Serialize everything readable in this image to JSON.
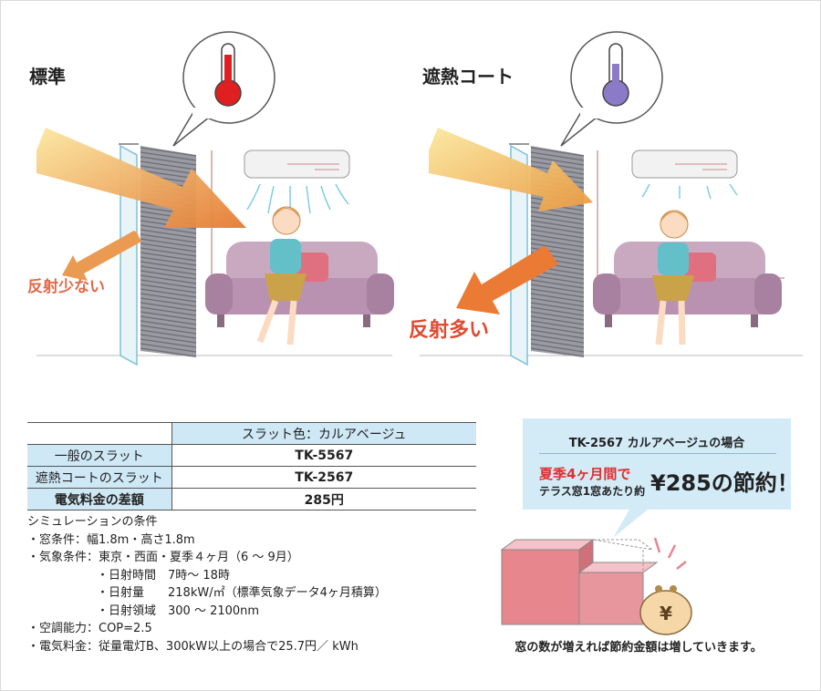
{
  "left_panel": {
    "title": "標準",
    "reflection_label": "反射少ない"
  },
  "right_panel": {
    "title": "遮熱コート",
    "reflection_label": "反射多い"
  },
  "colors": {
    "hot": "#e02020",
    "cool": "#8a7ac8",
    "arrow": "#e47a32",
    "table_header": "#cfe8f5"
  },
  "table": {
    "header": "スラット色：カルアベージュ",
    "rows": [
      {
        "label": "一般のスラット",
        "value": "TK-5567"
      },
      {
        "label": "遮熱コートのスラット",
        "value": "TK-2567"
      },
      {
        "label": "電気料金の差額",
        "value": "285円"
      }
    ]
  },
  "conditions": [
    "シミュレーションの条件",
    "・窓条件：幅1.8m・高さ1.8m",
    "・気象条件：東京・西面・夏季４ヶ月（6 ～ 9月）",
    "・日射時間　7時～ 18時",
    "・日射量　　218kW/㎡（標準気象データ4ヶ月積算）",
    "・日射領域　300 ～ 2100nm",
    "・空調能力：COP=2.5",
    "・電気料金：従量電灯B、300kW以上の場合で25.7円／ kWh"
  ],
  "callout": {
    "title": "TK-2567 カルアベージュの場合",
    "period": "夏季4ヶ月間で",
    "per_window": "テラス窓1窓あたり約",
    "savings": "¥285の節約！"
  },
  "coin_symbol": "¥",
  "note": "窓の数が増えれば節約金額は増していきます。"
}
